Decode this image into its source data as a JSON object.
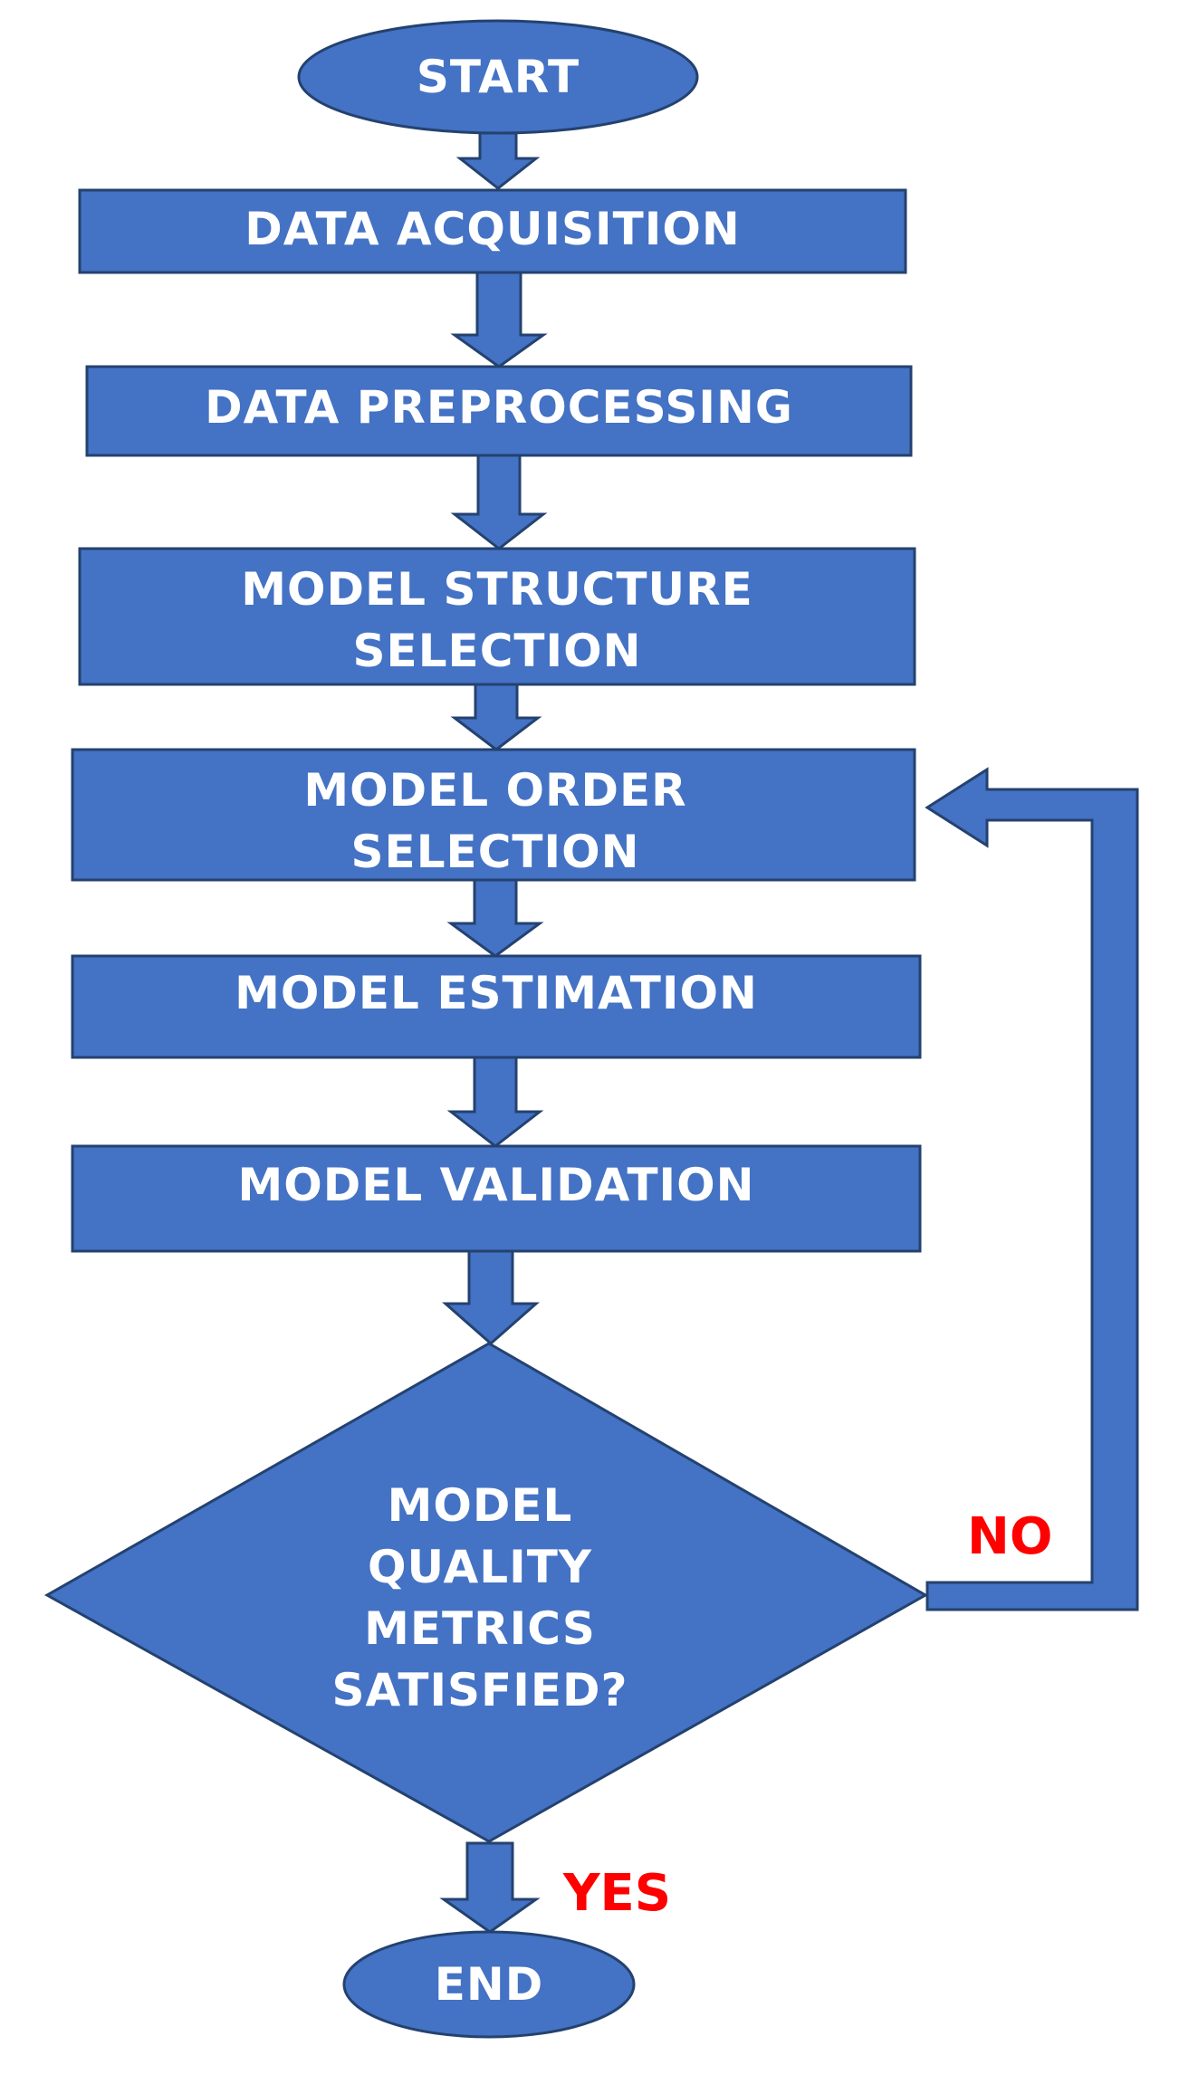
{
  "flowchart": {
    "start": "START",
    "steps": [
      "DATA ACQUISITION",
      "DATA PREPROCESSING",
      "MODEL STRUCTURE",
      "SELECTION",
      "MODEL ORDER",
      "SELECTION",
      "MODEL ESTIMATION",
      "MODEL VALIDATION"
    ],
    "decision": {
      "lines": [
        "MODEL",
        "QUALITY",
        "METRICS",
        "SATISFIED?"
      ],
      "no_label": "NO",
      "yes_label": "YES"
    },
    "end": "END"
  },
  "colors": {
    "shape_fill": "#4472C4",
    "shape_outline": "#24426f",
    "text": "#FFFFFF",
    "branch_label": "#FF0000"
  }
}
